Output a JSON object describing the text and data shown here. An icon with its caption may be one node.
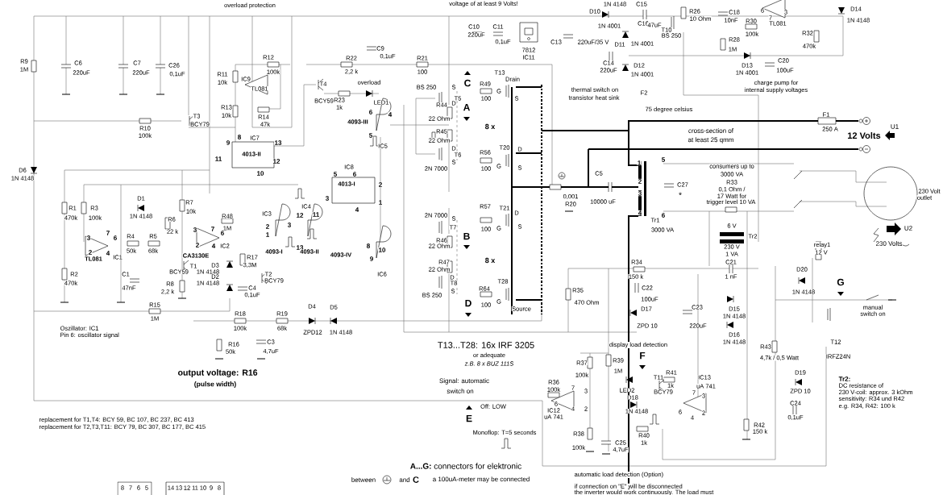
{
  "diagram": {
    "labels": [
      "overload protection",
      "voltage of at least 9 Volts!",
      "R9",
      "1M",
      "C6",
      "220uF",
      "C7",
      "220uF",
      "C26",
      "0,1uF",
      "R12",
      "100k",
      "R11",
      "10k",
      "IC9",
      "TL081",
      "R13",
      "10k",
      "R14",
      "47k",
      "T3",
      "BCY79",
      "R10",
      "100k",
      "T4",
      "BCY59",
      "R22",
      "2,2 k",
      "C9",
      "0,1uF",
      "R21",
      "100",
      "overload",
      "R23",
      "1k",
      "LED1",
      "8",
      "IC7",
      "9",
      "13",
      "4013-II",
      "11",
      "12",
      "10",
      "4093-III",
      "6",
      "4",
      "5",
      "IC5",
      "IC8",
      "5",
      "6",
      "4013-I",
      "2",
      "3",
      "1",
      "4",
      "IC3",
      "IC4",
      "2",
      "3",
      "12",
      "11",
      "1",
      "13",
      "4093-I",
      "4093-II",
      "4093-IV",
      "8",
      "9",
      "10",
      "IC6",
      "D6",
      "1N 4148",
      "R1",
      "470k",
      "R3",
      "100k",
      "D1",
      "1N 4148",
      "R7",
      "10k",
      "R6",
      "22 k",
      "R48",
      "1M",
      "3",
      "7",
      "6",
      "R4",
      "R5",
      "3",
      "7",
      "6",
      "2",
      "4",
      "TL081",
      "IC1",
      "50k",
      "68k",
      "2",
      "4",
      "IC2",
      "CA3130E",
      "R2",
      "470k",
      "C1",
      "47nF",
      "T1",
      "BCY59",
      "R8",
      "2,2 k",
      "D3",
      "1N 4148",
      "D2",
      "1N 4148",
      "R17",
      "3,3M",
      "T2",
      "BCY79",
      "C4",
      "0,1uF",
      "R15",
      "1M",
      "R18",
      "100k",
      "R19",
      "68k",
      "D4",
      "ZPD12",
      "D5",
      "1N 4148",
      "Oszillator: IC1",
      "Pin 6: oscillator signal",
      "R16",
      "50k",
      "C3",
      "4,7uF",
      "output voltage: R16",
      "(pulse width)",
      "replacement for T1,T4: BCY 59, BC 107, BC 237, BC 413",
      "replacement for T2,T3,T11: BCY 79, BC 307, BC 177, BC 415",
      "BS 250",
      "S",
      "R44",
      "D",
      "T5",
      "22 Ohm",
      "R45",
      "22 Ohm",
      "D",
      "T6",
      "S",
      "2N 7000",
      "C",
      "A",
      "R49",
      "100",
      "T13",
      "Drain",
      "G",
      "S",
      "8 x",
      "R56",
      "100",
      "T20",
      "D",
      "G",
      "S",
      "2N 7000",
      "S",
      "T7",
      "R57",
      "100",
      "T21",
      "D",
      "G",
      "S",
      "B",
      "R46",
      "22 Ohm",
      "R47",
      "22 Ohm",
      "8 x",
      "D",
      "T8",
      "S",
      "BS 250",
      "R64",
      "100",
      "T28",
      "G",
      "Source",
      "D",
      "T13...T28: 16x IRF 3205",
      "or adequate",
      "z.B. 8 x BUZ 111S",
      "Signal: automatic",
      "switch on",
      "Off: LOW",
      "E",
      "Monoflop: T=5 seconds",
      "**A...G:** connectors for elektronic",
      "between",
      "and",
      "C",
      "a 100uA-meter may be connected",
      "C10",
      "220uF",
      "C11",
      "0,1uF",
      "7812",
      "IC11",
      "C13",
      "220uF/35 V",
      "1N 4148",
      "D10",
      "1N 4001",
      "C15",
      "C16",
      "47uF",
      "D11",
      "1N 4001",
      "C14",
      "220uF",
      "D12",
      "1N 4001",
      "R26",
      "10 Ohm",
      "T10",
      "BS 250",
      "C18",
      "10nF",
      "R30",
      "100k",
      "6",
      "7",
      "3",
      "TL081",
      "R28",
      "1M",
      "D14",
      "1N 4148",
      "R32",
      "470k",
      "D13",
      "1N 4001",
      "C20",
      "100uF",
      "thermal switch on",
      "transistor heat sink",
      "F2",
      "charge pump for",
      "internal supply voltages",
      "75 degree celsius",
      "0,001",
      "R20",
      "C5",
      "10000 uF",
      "cross-section of",
      "at least 25 qmm",
      "F1",
      "250 A",
      "U1",
      "12 Volts",
      "1",
      "2",
      "3",
      "4",
      "5",
      "6",
      "C27",
      "*",
      "consumers up to",
      "3000 VA",
      "R33",
      "0,1 Ohm /",
      "17 Watt for",
      "trigger level 10 VA",
      "Tr1",
      "3000 VA",
      "230 Volt",
      "outlet",
      "U2",
      "230 Volts",
      "6 V",
      "Tr2",
      "230 V",
      "1 VA",
      "relay1",
      "12 V",
      "R34",
      "150 k",
      "C21",
      "1 nF",
      "C22",
      "100uF",
      "D17",
      "ZPD 10",
      "C23",
      "220uF",
      "D15",
      "1N 4148",
      "D16",
      "1N 4148",
      "D20",
      "1N 4148",
      "G",
      "manual",
      "switch on",
      "R35",
      "470 Ohm",
      "display load detection",
      "F",
      "R37",
      "100k",
      "R39",
      "1M",
      "R36",
      "100k",
      "7",
      "3",
      "LED2",
      "D18",
      "T11",
      "R41",
      "1k",
      "BCY79",
      "IC13",
      "uA 741",
      "7",
      "3",
      "IC12",
      "uA 741",
      "6",
      "4",
      "2",
      "1N 4148",
      "6",
      "4",
      "2",
      "R43",
      "4,7k / 0,5 Watt",
      "T12",
      "IRFZ24N",
      "D19",
      "ZPD 10",
      "C24",
      "0,1uF",
      "Tr2:",
      "DC resistance of",
      "230 V-coil: approx. 3 kOhm",
      "sensitivity: R34 und R42",
      "e.g. R34, R42: 100 k",
      "R38",
      "100k",
      "C25",
      "4,7uF",
      "R40",
      "1k",
      "R42",
      "150 k",
      "automatic load detection (Option)",
      "if connection on \"E\" will be disconnected",
      "the inverter would work continuously. The load must",
      "8",
      "7",
      "6",
      "5",
      "14",
      "13",
      "12",
      "11",
      "10",
      "9",
      "8"
    ]
  }
}
